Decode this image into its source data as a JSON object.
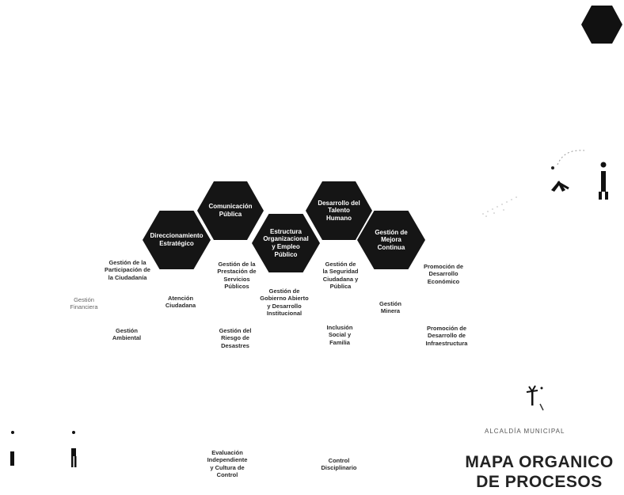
{
  "colors": {
    "hex_fill": "#151515",
    "background": "#ffffff",
    "text": "#2a2a2a"
  },
  "hexagons": [
    {
      "label": "Comunicación\nPública"
    },
    {
      "label": "Direccionamiento\nEstratégico"
    },
    {
      "label": "Estructura\nOrganizacional\ny Empleo\nPúblico"
    },
    {
      "label": "Desarrollo del\nTalento\nHumano"
    },
    {
      "label": "Gestión de\nMejora Continua"
    }
  ],
  "process_labels": [
    "Gestión de la\nParticipación de\nla Ciudadanía",
    "Atención\nCiudadana",
    "Gestión de la\nPrestación de\nServicios\nPúblicos",
    "Gestión de\nGobierno Abierto\ny Desarrollo\nInstitucional",
    "Gestión de\nla Seguridad\nCiudadana y\nPública",
    "Gestión\nMinera",
    "Promoción de\nDesarrollo\nEconómico",
    "Gestión\nAmbiental",
    "Gestión del\nRiesgo de\nDesastres",
    "Inclusión\nSocial y\nFamilia",
    "Promoción de\nDesarrollo de\nInfraestructura",
    "Evaluación\nIndependiente\ny Cultura de\nControl",
    "Control\nDisciplinario",
    "Gestión\nFinanciera"
  ],
  "caption": "ALCALDÍA MUNICIPAL",
  "title_line1": "MAPA ORGANICO",
  "title_line2": "DE PROCESOS",
  "icons": [
    "hexagon-logo-icon",
    "person-figure-icon",
    "seated-person-icon",
    "plant-icon"
  ]
}
